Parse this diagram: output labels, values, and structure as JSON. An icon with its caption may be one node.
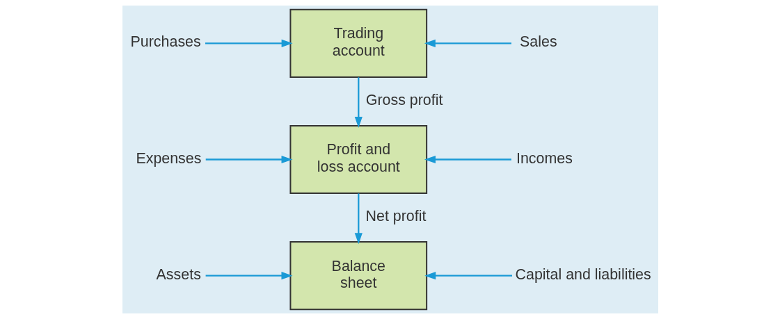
{
  "diagram": {
    "nodes": [
      {
        "text": [
          "Purchases"
        ]
      },
      {
        "text": [
          "Trading account"
        ]
      },
      {
        "text": [
          "Sales"
        ]
      },
      {
        "text": [
          "Expenses"
        ]
      },
      {
        "text": [
          "Profit and loss account"
        ]
      },
      {
        "text": [
          "Incomes"
        ]
      },
      {
        "text": [
          "Assets"
        ]
      },
      {
        "text": [
          "Balance sheet"
        ]
      },
      {
        "text": [
          "Capital and liabilities"
        ]
      }
    ],
    "edges": [
      {
        "from": 0,
        "to": 1,
        "arrow": "to"
      },
      {
        "from": 2,
        "to": 1,
        "arrow": "to"
      },
      {
        "from": 1,
        "to": 4,
        "label": "Gross profit",
        "arrow": "to"
      },
      {
        "from": 3,
        "to": 4,
        "arrow": "to"
      },
      {
        "from": 5,
        "to": 4,
        "arrow": "to"
      },
      {
        "from": 4,
        "to": 7,
        "label": "Net profit",
        "arrow": "to"
      },
      {
        "from": 6,
        "to": 7,
        "arrow": "to"
      },
      {
        "from": 8,
        "to": 7,
        "arrow": "to"
      }
    ]
  }
}
